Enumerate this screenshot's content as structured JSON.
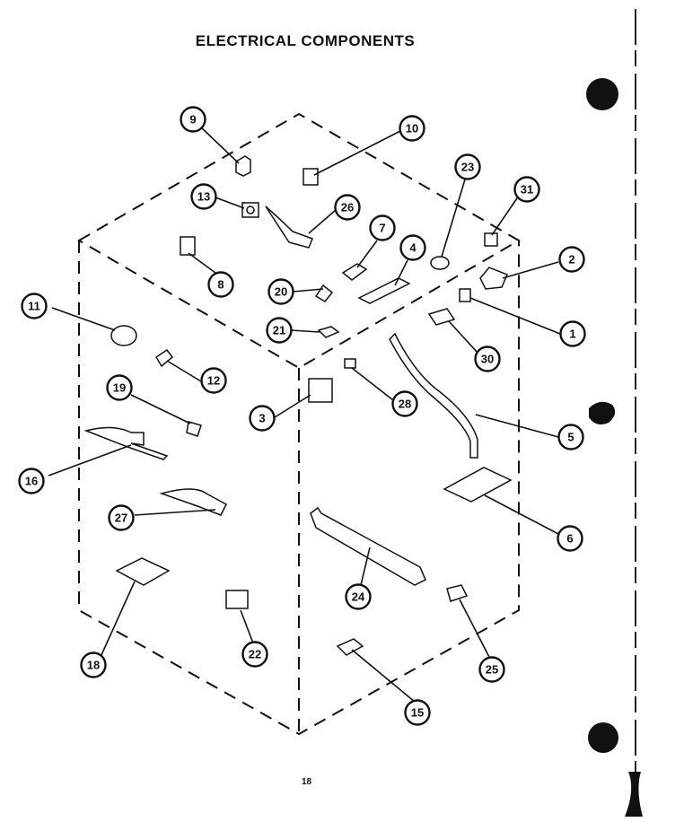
{
  "page": {
    "title": "ELECTRICAL COMPONENTS",
    "page_number": "18"
  },
  "colors": {
    "ink": "#111111",
    "paper": "#ffffff"
  },
  "callouts": [
    {
      "id": "c9",
      "label": "9"
    },
    {
      "id": "c10",
      "label": "10"
    },
    {
      "id": "c13",
      "label": "13"
    },
    {
      "id": "c26",
      "label": "26"
    },
    {
      "id": "c23",
      "label": "23"
    },
    {
      "id": "c31",
      "label": "31"
    },
    {
      "id": "c7",
      "label": "7"
    },
    {
      "id": "c4",
      "label": "4"
    },
    {
      "id": "c2",
      "label": "2"
    },
    {
      "id": "c8",
      "label": "8"
    },
    {
      "id": "c20",
      "label": "20"
    },
    {
      "id": "c11",
      "label": "11"
    },
    {
      "id": "c21",
      "label": "21"
    },
    {
      "id": "c1",
      "label": "1"
    },
    {
      "id": "c30",
      "label": "30"
    },
    {
      "id": "c12",
      "label": "12"
    },
    {
      "id": "c19",
      "label": "19"
    },
    {
      "id": "c3",
      "label": "3"
    },
    {
      "id": "c28",
      "label": "28"
    },
    {
      "id": "c5",
      "label": "5"
    },
    {
      "id": "c16",
      "label": "16"
    },
    {
      "id": "c6",
      "label": "6"
    },
    {
      "id": "c27",
      "label": "27"
    },
    {
      "id": "c24",
      "label": "24"
    },
    {
      "id": "c18",
      "label": "18"
    },
    {
      "id": "c22",
      "label": "22"
    },
    {
      "id": "c25",
      "label": "25"
    },
    {
      "id": "c15",
      "label": "15"
    }
  ]
}
